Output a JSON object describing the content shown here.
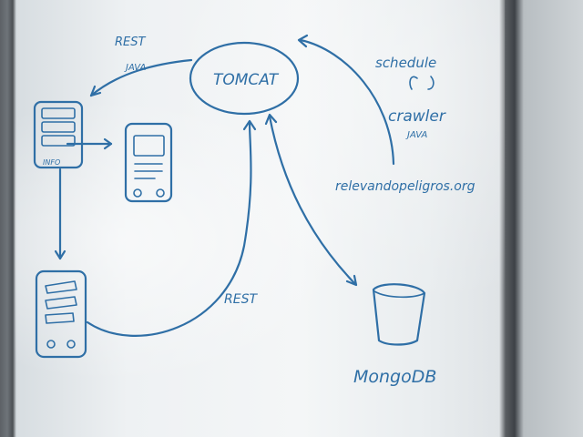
{
  "labels": {
    "tomcat": "TOMCAT",
    "rest_top": "REST",
    "java_top": "JAVA",
    "schedule": "schedule",
    "crawler": "crawler",
    "java_crawler": "JAVA",
    "source_site": "relevandopeligros.org",
    "rest_bottom": "REST",
    "phone_caption": "INFO",
    "database": "MongoDB"
  }
}
